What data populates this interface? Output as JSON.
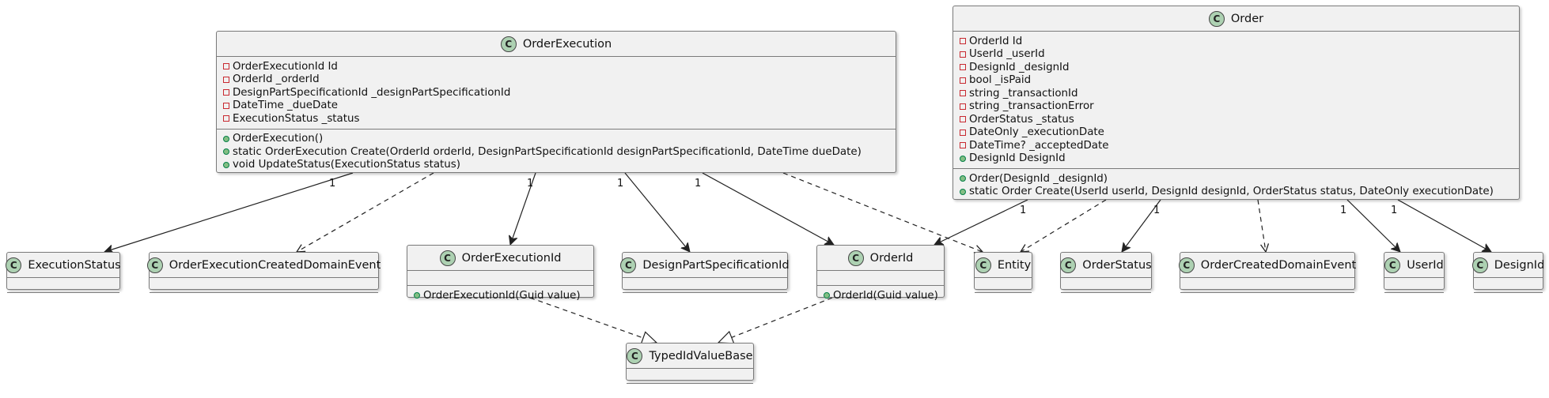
{
  "colors": {
    "class_fill": "#F1F1F1",
    "class_border": "#7A7A7A",
    "badge_fill": "#ADD1B2",
    "private_marker": "#C82930",
    "public_marker": "#84BE84",
    "line": "#222222"
  },
  "stereotype_letter": "C",
  "classes": {
    "order_execution": {
      "name": "OrderExecution",
      "fields": [
        {
          "vis": "private",
          "text": "OrderExecutionId Id"
        },
        {
          "vis": "private",
          "text": "OrderId _orderId"
        },
        {
          "vis": "private",
          "text": "DesignPartSpecificationId _designPartSpecificationId"
        },
        {
          "vis": "private",
          "text": "DateTime _dueDate"
        },
        {
          "vis": "private",
          "text": "ExecutionStatus _status"
        }
      ],
      "methods": [
        {
          "vis": "public",
          "text": "OrderExecution()"
        },
        {
          "vis": "public",
          "text": "static OrderExecution Create(OrderId orderId, DesignPartSpecificationId designPartSpecificationId, DateTime dueDate)"
        },
        {
          "vis": "public",
          "text": "void UpdateStatus(ExecutionStatus status)"
        }
      ]
    },
    "order": {
      "name": "Order",
      "fields": [
        {
          "vis": "private",
          "text": "OrderId Id"
        },
        {
          "vis": "private",
          "text": "UserId _userId"
        },
        {
          "vis": "private",
          "text": "DesignId _designId"
        },
        {
          "vis": "private",
          "text": "bool _isPaid"
        },
        {
          "vis": "private",
          "text": "string _transactionId"
        },
        {
          "vis": "private",
          "text": "string _transactionError"
        },
        {
          "vis": "private",
          "text": "OrderStatus _status"
        },
        {
          "vis": "private",
          "text": "DateOnly _executionDate"
        },
        {
          "vis": "private",
          "text": "DateTime? _acceptedDate"
        },
        {
          "vis": "public",
          "text": "DesignId DesignId"
        }
      ],
      "methods": [
        {
          "vis": "public",
          "text": "Order(DesignId _designId)"
        },
        {
          "vis": "public",
          "text": "static Order Create(UserId userId, DesignId designId, OrderStatus status, DateOnly executionDate)"
        }
      ]
    },
    "execution_status": {
      "name": "ExecutionStatus",
      "fields": [],
      "methods": []
    },
    "order_execution_created_domain_event": {
      "name": "OrderExecutionCreatedDomainEvent",
      "fields": [],
      "methods": []
    },
    "order_execution_id": {
      "name": "OrderExecutionId",
      "fields": [],
      "methods": [
        {
          "vis": "public",
          "text": "OrderExecutionId(Guid value)"
        }
      ]
    },
    "design_part_specification_id": {
      "name": "DesignPartSpecificationId",
      "fields": [],
      "methods": []
    },
    "order_id": {
      "name": "OrderId",
      "fields": [],
      "methods": [
        {
          "vis": "public",
          "text": "OrderId(Guid value)"
        }
      ]
    },
    "entity": {
      "name": "Entity",
      "fields": [],
      "methods": []
    },
    "order_status": {
      "name": "OrderStatus",
      "fields": [],
      "methods": []
    },
    "order_created_domain_event": {
      "name": "OrderCreatedDomainEvent",
      "fields": [],
      "methods": []
    },
    "user_id": {
      "name": "UserId",
      "fields": [],
      "methods": []
    },
    "design_id": {
      "name": "DesignId",
      "fields": [],
      "methods": []
    },
    "typed_id_value_base": {
      "name": "TypedIdValueBase",
      "fields": [],
      "methods": []
    }
  },
  "relations": [
    {
      "from": "order_execution",
      "to": "execution_status",
      "type": "association",
      "multiplicity": "1"
    },
    {
      "from": "order_execution",
      "to": "order_execution_created_domain_event",
      "type": "dependency",
      "multiplicity": ""
    },
    {
      "from": "order_execution",
      "to": "order_execution_id",
      "type": "association",
      "multiplicity": "1"
    },
    {
      "from": "order_execution",
      "to": "design_part_specification_id",
      "type": "association",
      "multiplicity": "1"
    },
    {
      "from": "order_execution",
      "to": "order_id",
      "type": "association",
      "multiplicity": "1"
    },
    {
      "from": "order_execution",
      "to": "entity",
      "type": "dependency",
      "multiplicity": ""
    },
    {
      "from": "order",
      "to": "order_id",
      "type": "association",
      "multiplicity": "1"
    },
    {
      "from": "order",
      "to": "entity",
      "type": "dependency",
      "multiplicity": ""
    },
    {
      "from": "order",
      "to": "order_status",
      "type": "association",
      "multiplicity": "1"
    },
    {
      "from": "order",
      "to": "order_created_domain_event",
      "type": "dependency",
      "multiplicity": ""
    },
    {
      "from": "order",
      "to": "user_id",
      "type": "association",
      "multiplicity": "1"
    },
    {
      "from": "order",
      "to": "design_id",
      "type": "association",
      "multiplicity": "1"
    },
    {
      "from": "order_execution_id",
      "to": "typed_id_value_base",
      "type": "realization",
      "multiplicity": ""
    },
    {
      "from": "order_id",
      "to": "typed_id_value_base",
      "type": "realization",
      "multiplicity": ""
    }
  ]
}
